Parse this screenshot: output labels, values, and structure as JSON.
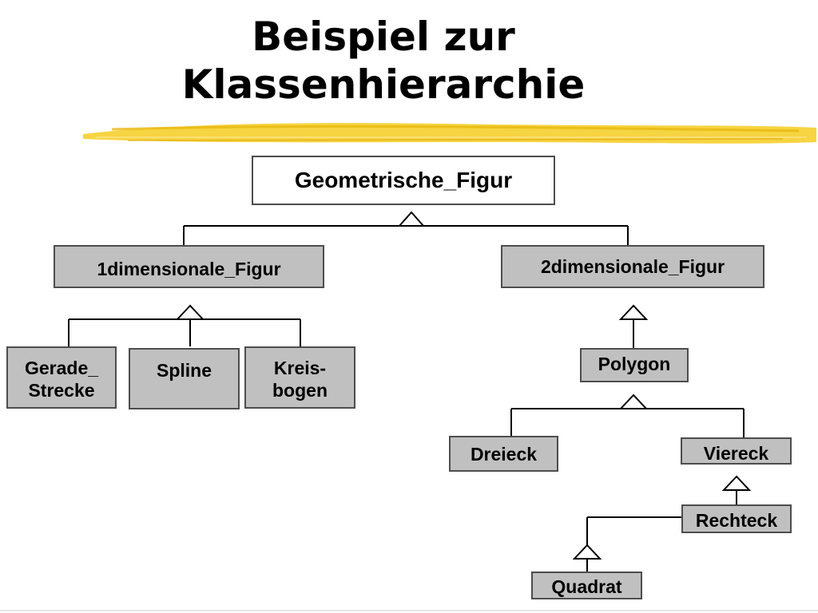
{
  "slide": {
    "title_line1": "Beispiel zur",
    "title_line2": "Klassenhierarchie"
  },
  "diagram": {
    "root": "Geometrische_Figur",
    "one_dim": "1dimensionale_Figur",
    "two_dim": "2dimensionale_Figur",
    "gerade": "Gerade_\nStrecke",
    "spline": "Spline",
    "kreisbogen": "Kreis-\nbogen",
    "polygon": "Polygon",
    "dreieck": "Dreieck",
    "viereck": "Viereck",
    "rechteck": "Rechteck",
    "quadrat": "Quadrat"
  },
  "colors": {
    "box_fill": "#c0c0c0",
    "box_border": "#4d4d4d",
    "underline": "#f2c318"
  }
}
